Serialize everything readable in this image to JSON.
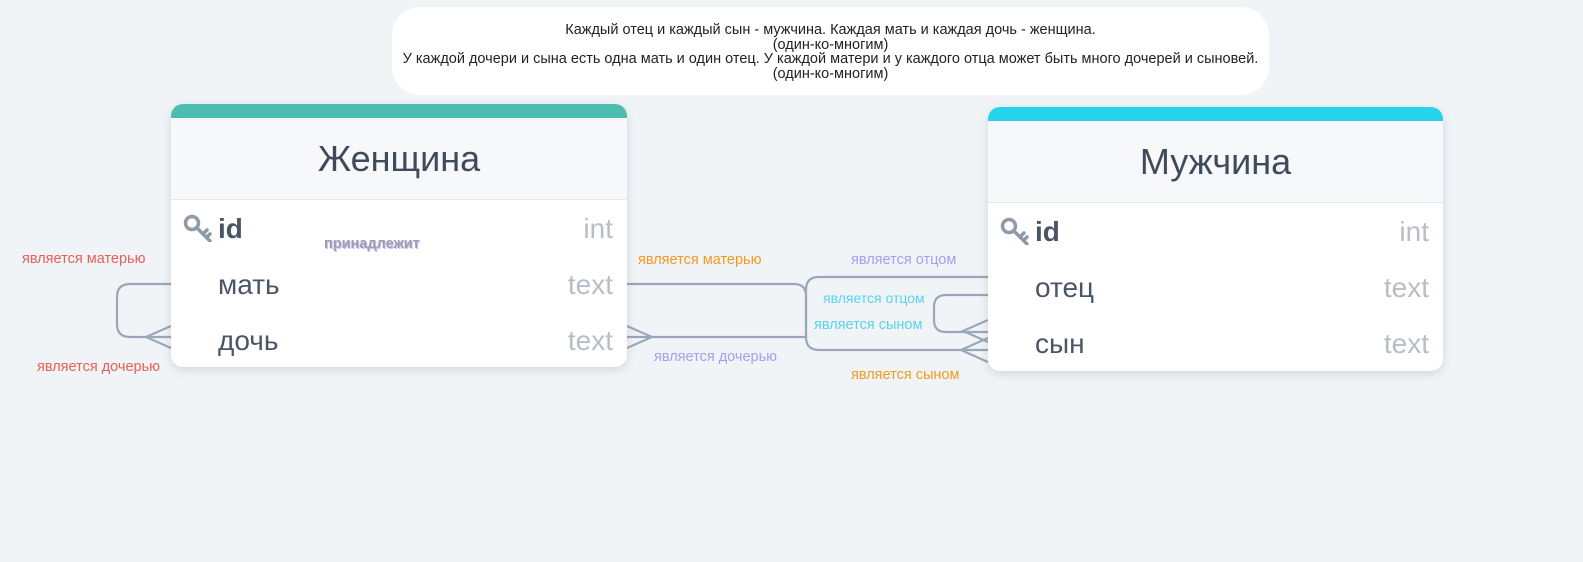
{
  "note": {
    "line1": "Каждый отец и каждый сын - мужчина. Каждая мать и каждая дочь - женщина.",
    "line2": "(один-ко-многим)",
    "line3": "У каждой дочери и сына есть одна мать и один отец. У каждой матери и у каждого отца может быть много дочерей и сыновей.",
    "line4": "(один-ко-многим)"
  },
  "entities": {
    "woman": {
      "title": "Женщина",
      "header_color": "#4dbdb0",
      "fields": [
        {
          "name": "id",
          "type": "int",
          "primary_key": true,
          "icon": "key-icon"
        },
        {
          "name": "мать",
          "type": "text"
        },
        {
          "name": "дочь",
          "type": "text"
        }
      ]
    },
    "man": {
      "title": "Мужчина",
      "header_color": "#27d3ea",
      "fields": [
        {
          "name": "id",
          "type": "int",
          "primary_key": true,
          "icon": "key-icon"
        },
        {
          "name": "отец",
          "type": "text"
        },
        {
          "name": "сын",
          "type": "text"
        }
      ]
    }
  },
  "relations": {
    "belongs": "принадлежит",
    "woman_self_mother": "является матерью",
    "woman_self_daughter": "является дочерью",
    "mother_to_man": "является матерью",
    "daughter_to_man": "является дочерью",
    "father_top": "является отцом",
    "father_inner": "является отцом",
    "son_inner": "является сыном",
    "son_bottom": "является сыном"
  },
  "colors": {
    "background": "#f0f4f7",
    "connector": "#9aa7bb",
    "red": "#e85f57",
    "orange": "#f29a1f",
    "purple": "#ab9bf0",
    "cyan": "#58d3ec"
  }
}
